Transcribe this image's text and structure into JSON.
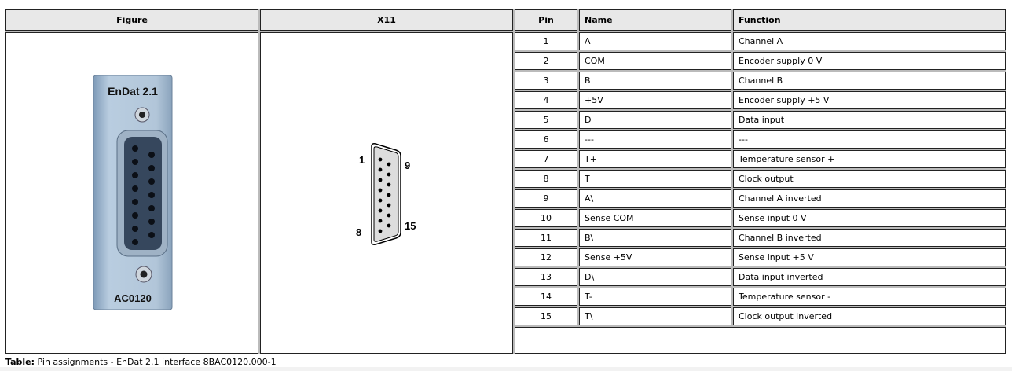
{
  "headers": {
    "figure": "Figure",
    "x11": "X11",
    "pin": "Pin",
    "name": "Name",
    "function": "Function"
  },
  "figure": {
    "label_top": "EnDat 2.1",
    "label_bottom": "AC0120"
  },
  "diagram": {
    "pin_first": "1",
    "pin_8": "8",
    "pin_9": "9",
    "pin_15": "15"
  },
  "rows": [
    {
      "pin": "1",
      "name": "A",
      "function": "Channel A"
    },
    {
      "pin": "2",
      "name": "COM",
      "function": "Encoder supply 0 V"
    },
    {
      "pin": "3",
      "name": "B",
      "function": "Channel B"
    },
    {
      "pin": "4",
      "name": "+5V",
      "function": "Encoder supply +5 V"
    },
    {
      "pin": "5",
      "name": "D",
      "function": "Data input"
    },
    {
      "pin": "6",
      "name": "---",
      "function": "---"
    },
    {
      "pin": "7",
      "name": "T+",
      "function": "Temperature sensor +"
    },
    {
      "pin": "8",
      "name": "T",
      "function": "Clock output"
    },
    {
      "pin": "9",
      "name": "A\\",
      "function": "Channel A inverted"
    },
    {
      "pin": "10",
      "name": "Sense COM",
      "function": "Sense input 0 V"
    },
    {
      "pin": "11",
      "name": "B\\",
      "function": "Channel B inverted"
    },
    {
      "pin": "12",
      "name": "Sense +5V",
      "function": "Sense input +5 V"
    },
    {
      "pin": "13",
      "name": "D\\",
      "function": "Data input inverted"
    },
    {
      "pin": "14",
      "name": "T-",
      "function": "Temperature sensor -"
    },
    {
      "pin": "15",
      "name": "T\\",
      "function": "Clock output inverted"
    }
  ],
  "caption": {
    "label": "Table:",
    "text": " Pin assignments - EnDat 2.1 interface 8BAC0120.000-1"
  }
}
